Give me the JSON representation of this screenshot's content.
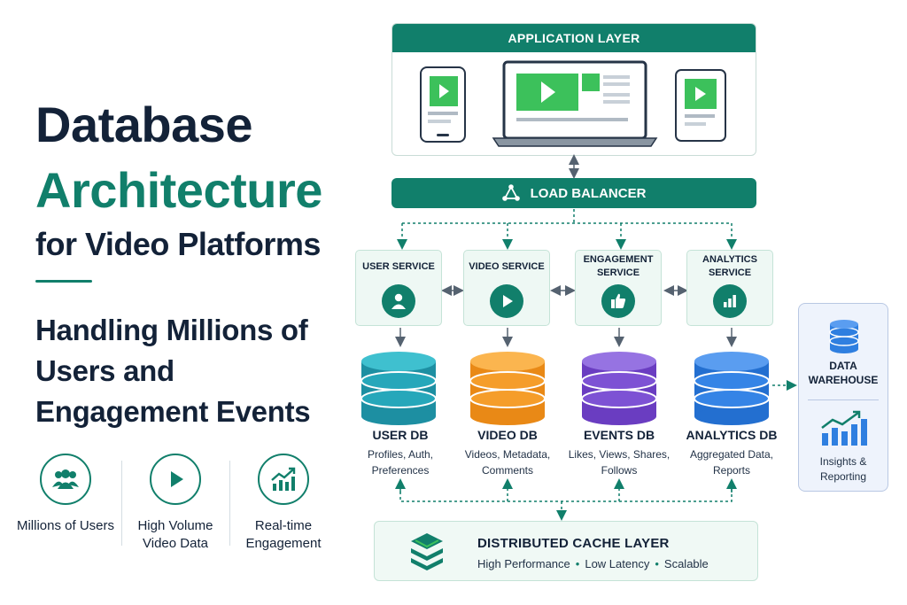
{
  "title": {
    "line1": "Database",
    "line2": "Architecture",
    "line3": "for Video Platforms"
  },
  "subtitle": "Handling Millions of Users and Engagement Events",
  "features": [
    {
      "label": "Millions of Users",
      "icon": "users-icon"
    },
    {
      "label": "High Volume Video Data",
      "icon": "play-icon"
    },
    {
      "label": "Real-time Engagement",
      "icon": "growth-chart-icon"
    }
  ],
  "application_layer": {
    "label": "APPLICATION LAYER"
  },
  "load_balancer": {
    "label": "LOAD BALANCER",
    "icon": "network-icon"
  },
  "services": [
    {
      "label": "USER SERVICE",
      "icon": "user-icon"
    },
    {
      "label": "VIDEO SERVICE",
      "icon": "play-icon"
    },
    {
      "label": "ENGAGEMENT SERVICE",
      "icon": "thumbs-up-icon"
    },
    {
      "label": "ANALYTICS SERVICE",
      "icon": "bar-chart-icon"
    }
  ],
  "databases": [
    {
      "label": "USER DB",
      "desc": "Profiles, Auth, Preferences",
      "color": "#1f9fb0"
    },
    {
      "label": "VIDEO DB",
      "desc": "Videos, Metadata, Comments",
      "color": "#f39a22"
    },
    {
      "label": "EVENTS DB",
      "desc": "Likes, Views, Shares, Follows",
      "color": "#7c4dd1"
    },
    {
      "label": "ANALYTICS DB",
      "desc": "Aggregated Data, Reports",
      "color": "#2f7fe0"
    }
  ],
  "data_warehouse": {
    "label": "DATA WAREHOUSE",
    "desc": "Insights & Reporting"
  },
  "cache_layer": {
    "label": "DISTRIBUTED CACHE LAYER",
    "features": [
      "High Performance",
      "Low Latency",
      "Scalable"
    ]
  },
  "colors": {
    "accent": "#117f6b",
    "dark": "#132238",
    "green": "#3cc15b"
  }
}
